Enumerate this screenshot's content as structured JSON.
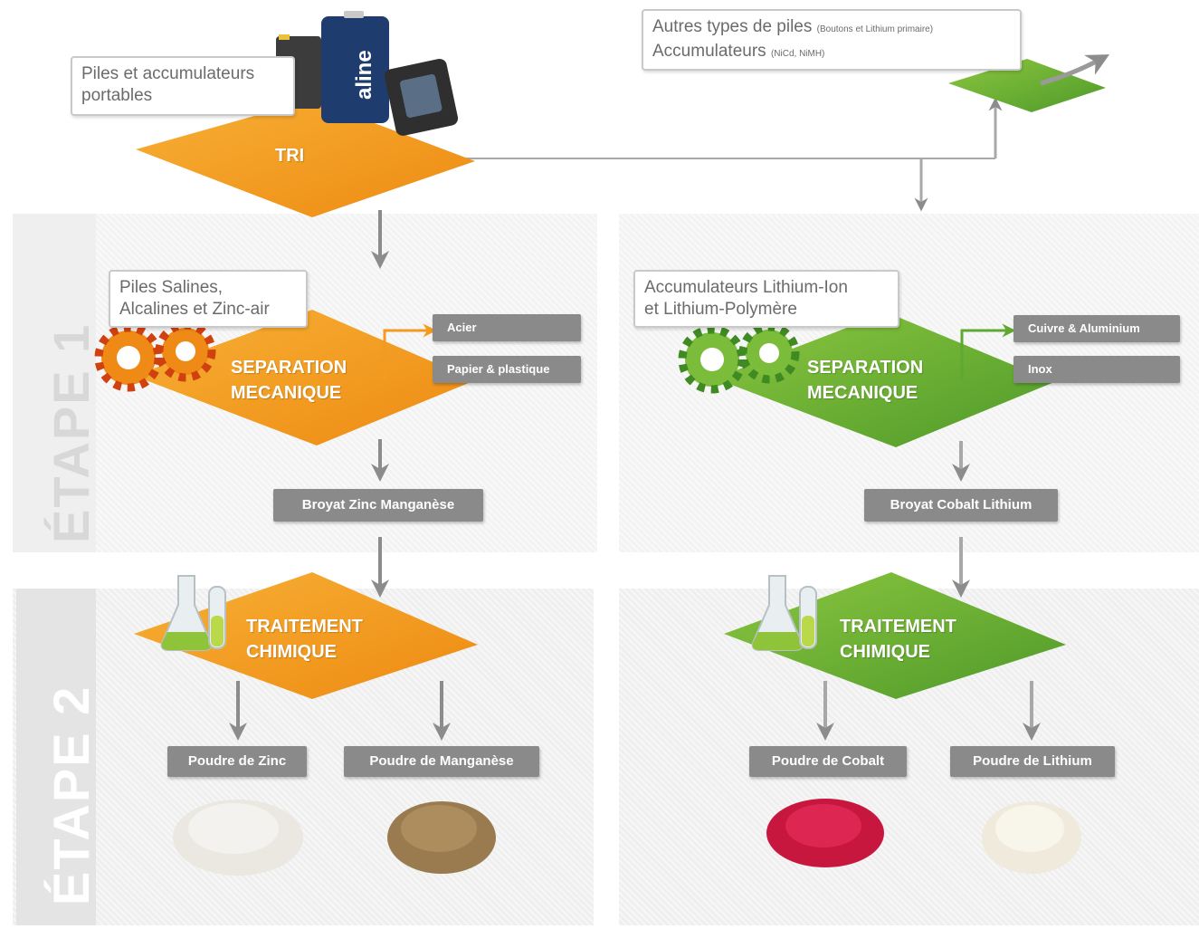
{
  "colors": {
    "orange": "#f39a1f",
    "green": "#5fa832",
    "chip_gray": "#8a8a8a",
    "arrow_gray": "#8c8c8c",
    "stage_text": "#d8d8d8"
  },
  "stages": {
    "etape1": "ÉTAPE 1",
    "etape2": "ÉTAPE 2"
  },
  "top": {
    "callout_portable": {
      "line1": "Piles et accumulateurs",
      "line2": "portables"
    },
    "battery_brand": "aline",
    "tri_label": "TRI",
    "callout_other": {
      "line1": "Autres types de piles",
      "line1_note": "(Boutons et Lithium primaire)",
      "line2": "Accumulateurs",
      "line2_note": "(NiCd, NiMH)"
    }
  },
  "left": {
    "callout": {
      "line1": "Piles Salines,",
      "line2": "Alcalines et Zinc-air"
    },
    "separation": {
      "line1": "SEPARATION",
      "line2": "MECANIQUE"
    },
    "outputs": [
      "Acier",
      "Papier & plastique"
    ],
    "broyat": "Broyat Zinc Manganèse",
    "traitement": {
      "line1": "TRAITEMENT",
      "line2": "CHIMIQUE"
    },
    "powders": [
      "Poudre de Zinc",
      "Poudre de Manganèse"
    ]
  },
  "right": {
    "callout": {
      "line1": "Accumulateurs Lithium-Ion",
      "line2": "et Lithium-Polymère"
    },
    "separation": {
      "line1": "SEPARATION",
      "line2": "MECANIQUE"
    },
    "outputs": [
      "Cuivre & Aluminium",
      "Inox"
    ],
    "broyat": "Broyat Cobalt Lithium",
    "traitement": {
      "line1": "TRAITEMENT",
      "line2": "CHIMIQUE"
    },
    "powders": [
      "Poudre de Cobalt",
      "Poudre de Lithium"
    ]
  },
  "icons": {
    "gears_left": "gears-icon",
    "gears_right": "gears-icon",
    "flasks_left": "flasks-icon",
    "flasks_right": "flasks-icon",
    "batteries": "batteries-icon"
  }
}
